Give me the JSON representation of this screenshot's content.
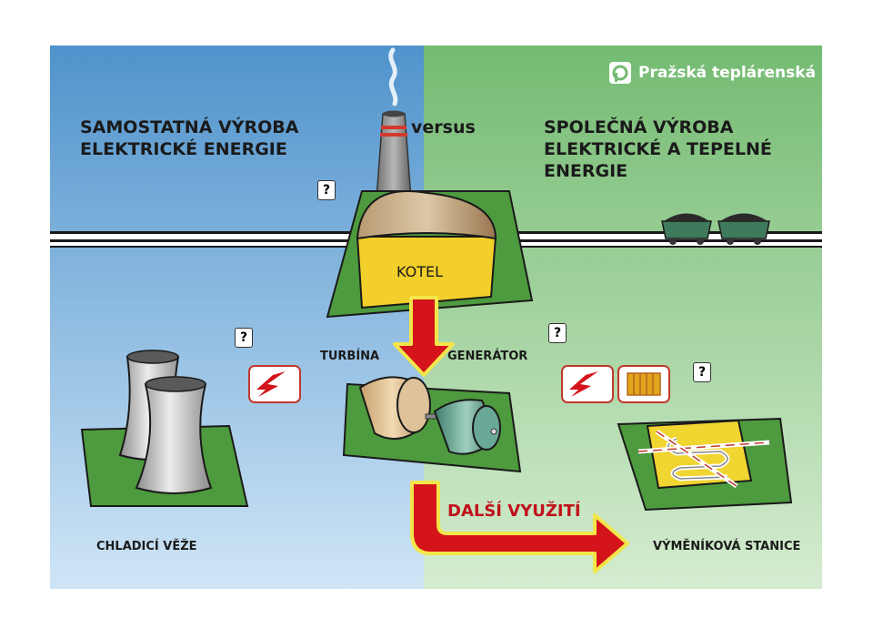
{
  "brand": {
    "name": "Pražská teplárenská"
  },
  "left_panel": {
    "title_line1": "SAMOSTATNÁ VÝROBA",
    "title_line2": "ELEKTRICKÉ ENERGIE",
    "cooling_label": "CHLADICÍ VĚŽE"
  },
  "center": {
    "versus": "versus",
    "boiler_label": "KOTEL",
    "turbine_label": "TURBÍNA",
    "generator_label": "GENERÁTOR",
    "arrow_label": "DALŠÍ VYUŽITÍ"
  },
  "right_panel": {
    "title_line1": "SPOLEČNÁ VÝROBA",
    "title_line2": "ELEKTRICKÉ A TEPELNÉ",
    "title_line3": "ENERGIE",
    "station_label": "VÝMĚNÍKOVÁ STANICE"
  },
  "help_marker": "?",
  "colors": {
    "left_bg_top": "#5b9bd0",
    "left_bg_bottom": "#c6e0f4",
    "right_bg_top": "#7cc07a",
    "right_bg_bottom": "#cfe8c8",
    "ground": "#4e9a3e",
    "arrow": "#d4141a",
    "arrow_glow": "#f3e64a",
    "boiler_yellow": "#f2cf2a"
  }
}
